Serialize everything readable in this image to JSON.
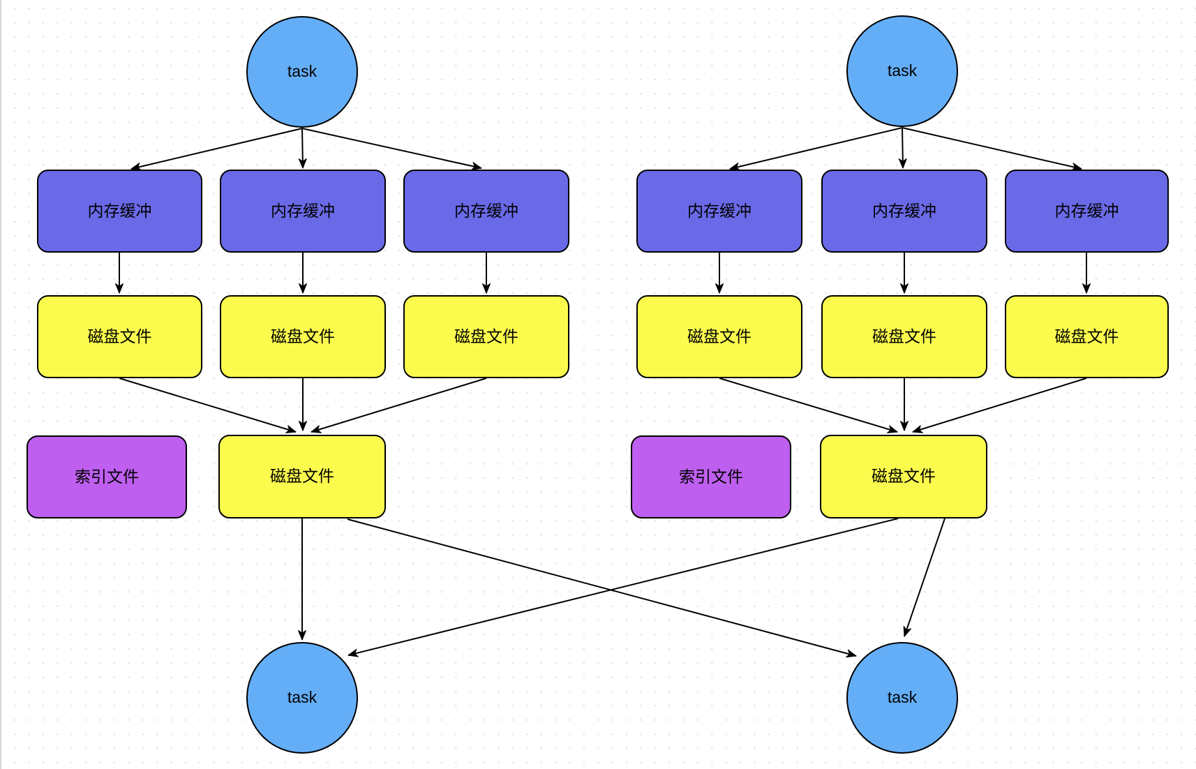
{
  "canvas": {
    "background_color": "#FFFFFF",
    "grid_dot_color": "#E3E3E3",
    "left_edge_line_color": "#D8D8D8"
  },
  "palette": {
    "task_fill": "#64AEF8",
    "memory_buffer_fill": "#6A6AE8",
    "disk_file_fill": "#FBFB4E",
    "index_file_fill": "#BE5FF0",
    "node_stroke": "#000000",
    "arrow_color": "#000000"
  },
  "diagram": {
    "nodes": [
      {
        "id": "l-task-src",
        "shape": "ellipse",
        "label": "task",
        "fill": "#64AEF8"
      },
      {
        "id": "l-buffer-1",
        "shape": "rounded-rect",
        "label": "内存缓冲",
        "fill": "#6A6AE8"
      },
      {
        "id": "l-buffer-2",
        "shape": "rounded-rect",
        "label": "内存缓冲",
        "fill": "#6A6AE8"
      },
      {
        "id": "l-buffer-3",
        "shape": "rounded-rect",
        "label": "内存缓冲",
        "fill": "#6A6AE8"
      },
      {
        "id": "l-disk-1",
        "shape": "rounded-rect",
        "label": "磁盘文件",
        "fill": "#FBFB4E"
      },
      {
        "id": "l-disk-2",
        "shape": "rounded-rect",
        "label": "磁盘文件",
        "fill": "#FBFB4E"
      },
      {
        "id": "l-disk-3",
        "shape": "rounded-rect",
        "label": "磁盘文件",
        "fill": "#FBFB4E"
      },
      {
        "id": "l-index-file",
        "shape": "rounded-rect",
        "label": "索引文件",
        "fill": "#BE5FF0"
      },
      {
        "id": "l-disk-merged",
        "shape": "rounded-rect",
        "label": "磁盘文件",
        "fill": "#FBFB4E"
      },
      {
        "id": "l-task-dst",
        "shape": "ellipse",
        "label": "task",
        "fill": "#64AEF8"
      },
      {
        "id": "r-task-src",
        "shape": "ellipse",
        "label": "task",
        "fill": "#64AEF8"
      },
      {
        "id": "r-buffer-1",
        "shape": "rounded-rect",
        "label": "内存缓冲",
        "fill": "#6A6AE8"
      },
      {
        "id": "r-buffer-2",
        "shape": "rounded-rect",
        "label": "内存缓冲",
        "fill": "#6A6AE8"
      },
      {
        "id": "r-buffer-3",
        "shape": "rounded-rect",
        "label": "内存缓冲",
        "fill": "#6A6AE8"
      },
      {
        "id": "r-disk-1",
        "shape": "rounded-rect",
        "label": "磁盘文件",
        "fill": "#FBFB4E"
      },
      {
        "id": "r-disk-2",
        "shape": "rounded-rect",
        "label": "磁盘文件",
        "fill": "#FBFB4E"
      },
      {
        "id": "r-disk-3",
        "shape": "rounded-rect",
        "label": "磁盘文件",
        "fill": "#FBFB4E"
      },
      {
        "id": "r-index-file",
        "shape": "rounded-rect",
        "label": "索引文件",
        "fill": "#BE5FF0"
      },
      {
        "id": "r-disk-merged",
        "shape": "rounded-rect",
        "label": "磁盘文件",
        "fill": "#FBFB4E"
      },
      {
        "id": "r-task-dst",
        "shape": "ellipse",
        "label": "task",
        "fill": "#64AEF8"
      }
    ],
    "edges": [
      {
        "from": "l-task-src",
        "to": "l-buffer-1"
      },
      {
        "from": "l-task-src",
        "to": "l-buffer-2"
      },
      {
        "from": "l-task-src",
        "to": "l-buffer-3"
      },
      {
        "from": "l-buffer-1",
        "to": "l-disk-1"
      },
      {
        "from": "l-buffer-2",
        "to": "l-disk-2"
      },
      {
        "from": "l-buffer-3",
        "to": "l-disk-3"
      },
      {
        "from": "l-disk-1",
        "to": "l-disk-merged"
      },
      {
        "from": "l-disk-2",
        "to": "l-disk-merged"
      },
      {
        "from": "l-disk-3",
        "to": "l-disk-merged"
      },
      {
        "from": "l-disk-merged",
        "to": "l-task-dst"
      },
      {
        "from": "l-disk-merged",
        "to": "r-task-dst"
      },
      {
        "from": "r-task-src",
        "to": "r-buffer-1"
      },
      {
        "from": "r-task-src",
        "to": "r-buffer-2"
      },
      {
        "from": "r-task-src",
        "to": "r-buffer-3"
      },
      {
        "from": "r-buffer-1",
        "to": "r-disk-1"
      },
      {
        "from": "r-buffer-2",
        "to": "r-disk-2"
      },
      {
        "from": "r-buffer-3",
        "to": "r-disk-3"
      },
      {
        "from": "r-disk-1",
        "to": "r-disk-merged"
      },
      {
        "from": "r-disk-2",
        "to": "r-disk-merged"
      },
      {
        "from": "r-disk-3",
        "to": "r-disk-merged"
      },
      {
        "from": "r-disk-merged",
        "to": "l-task-dst"
      },
      {
        "from": "r-disk-merged",
        "to": "r-task-dst"
      }
    ]
  }
}
